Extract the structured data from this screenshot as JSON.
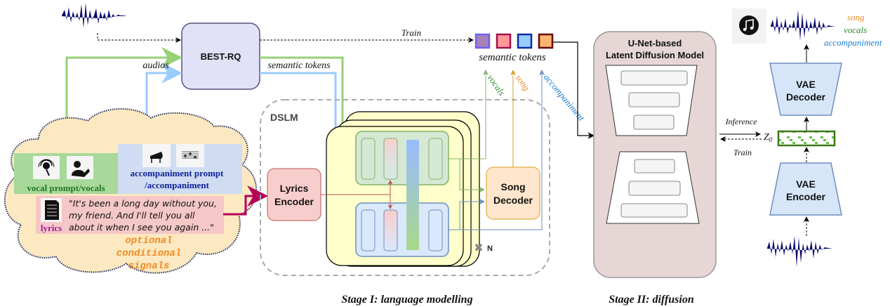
{
  "stage1": {
    "caption": "Stage I: language modelling",
    "best_rq_label": "BEST-RQ",
    "audios_label": "audios",
    "semantic_tokens_label": "semantic tokens",
    "train_label": "Train",
    "dslm_label": "DSLM",
    "lyrics_encoder_line1": "Lyrics",
    "lyrics_encoder_line2": "Encoder",
    "song_decoder_line1": "Song",
    "song_decoder_line2": "Decoder",
    "repeat_label": "N",
    "branch_labels": {
      "vocals": "vocals",
      "song": "song",
      "accompaniment": "accompaniment"
    },
    "tokens_label": "semantic tokens",
    "tokens": [
      {
        "name": "vocals-token",
        "fill": "#a680b8",
        "stroke": "#6c63f0"
      },
      {
        "name": "song-token",
        "fill": "#ff9999",
        "stroke": "#a0104a"
      },
      {
        "name": "accompaniment-token",
        "fill": "#99ccff",
        "stroke": "#0a2aa8"
      },
      {
        "name": "mix-token",
        "fill": "#ffb570",
        "stroke": "#6a0000"
      }
    ]
  },
  "conditions": {
    "vocal_label": "vocal prompt/vocals",
    "accomp_line1": "accompaniment prompt",
    "accomp_line2": "/accompaniment",
    "lyrics_label": "lyrics",
    "lyrics_line1": "\"It's been a long day without you,",
    "lyrics_line2": "my friend. And I'll tell you all",
    "lyrics_line3": "about it when I see you again ...\"",
    "cloud_line1": "optional",
    "cloud_line2": "conditional",
    "cloud_line3": "signals"
  },
  "stage2": {
    "caption": "Stage II: diffusion",
    "unet_line1": "U-Net-based",
    "unet_line2": "Latent Diffusion Model",
    "inference_label": "Inference",
    "train_label": "Train",
    "latent_label": "Z",
    "latent_sub": "0",
    "vae_decoder_line1": "VAE",
    "vae_decoder_line2": "Decoder",
    "vae_encoder_line1": "VAE",
    "vae_encoder_line2": "Encoder",
    "output_labels": {
      "song": "song",
      "vocals": "vocals",
      "accompaniment": "accompaniment"
    }
  },
  "colors": {
    "green": "#97d077",
    "blue": "#99ccff",
    "magenta": "#b5005a",
    "vocals_text": "#2e8b2e",
    "song_text": "#f08a24",
    "accomp_text": "#1c7ed6",
    "cond_blue_text": "#10209a",
    "cond_green_text": "#1f7a1f",
    "lyrics_purple": "#9b1a9b",
    "waveform": "#0a0a6e"
  }
}
